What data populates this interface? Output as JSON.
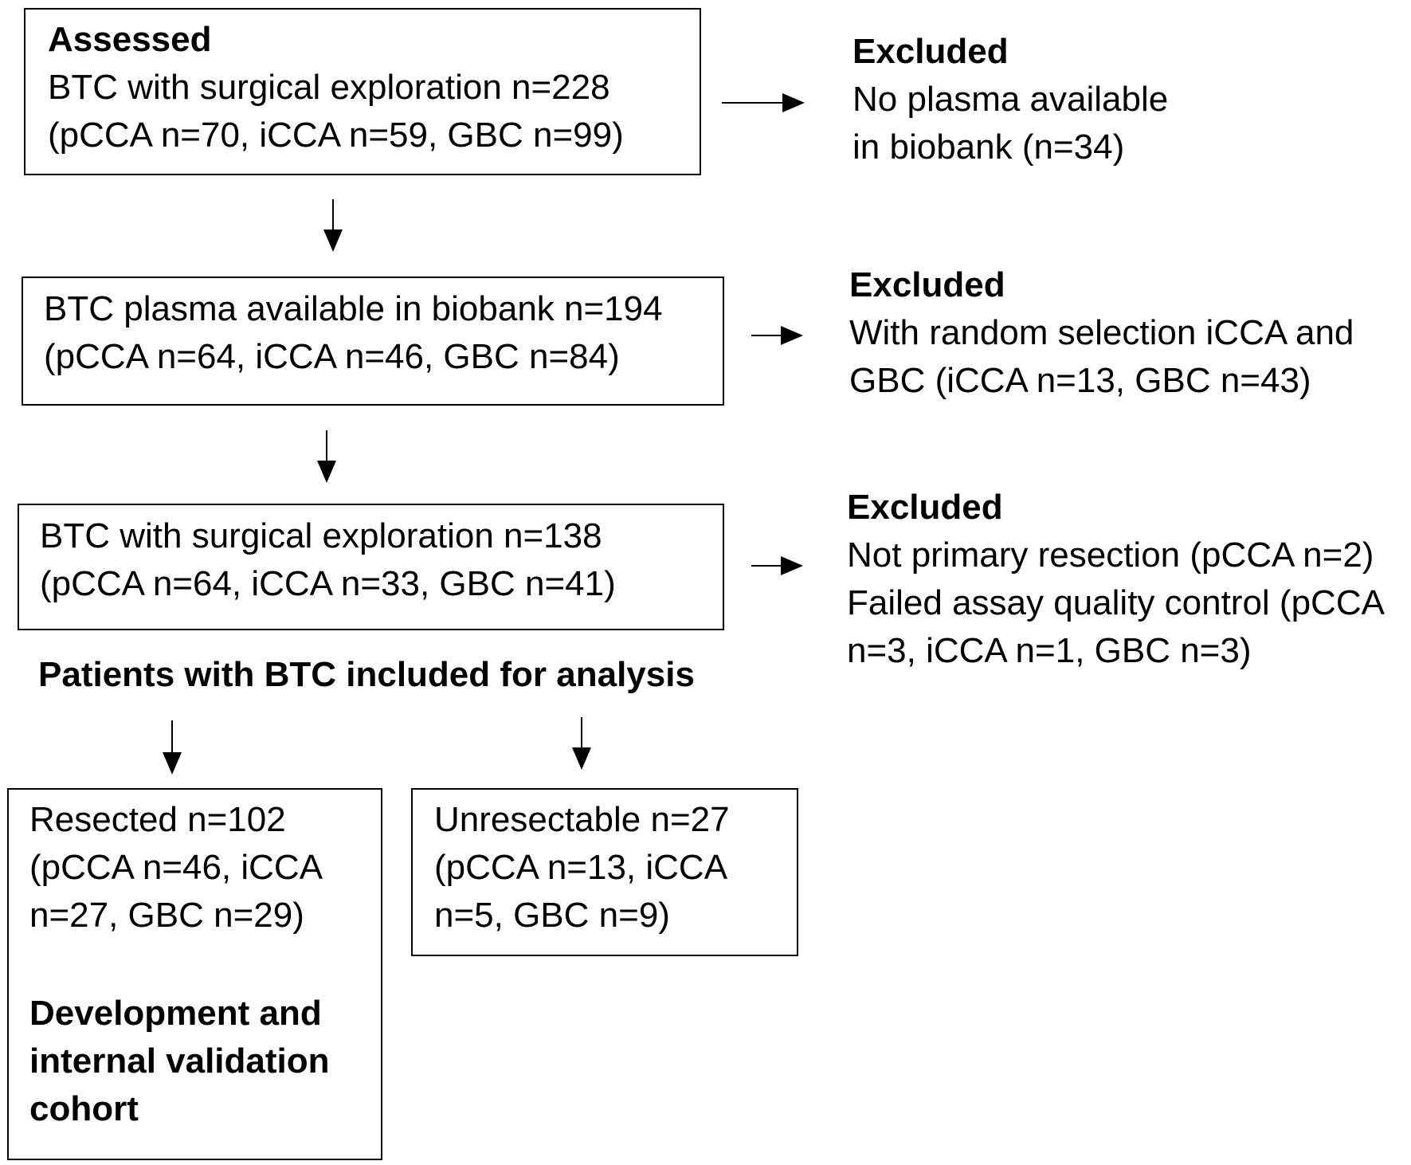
{
  "box1": {
    "heading": "Assessed",
    "line1": "BTC with surgical exploration n=228",
    "line2": "(pCCA n=70, iCCA n=59, GBC n=99)"
  },
  "excl1": {
    "heading": "Excluded",
    "line1": "No plasma available",
    "line2": "in biobank (n=34)"
  },
  "box2": {
    "line1": "BTC plasma available in biobank n=194",
    "line2": "(pCCA n=64, iCCA n=46, GBC n=84)"
  },
  "excl2": {
    "heading": "Excluded",
    "line1": "With random selection iCCA and",
    "line2": "GBC (iCCA n=13, GBC n=43)"
  },
  "box3": {
    "line1": "BTC with surgical exploration n=138",
    "line2": "(pCCA n=64, iCCA n=33, GBC n=41)"
  },
  "excl3": {
    "heading": "Excluded",
    "line1": "Not primary resection (pCCA n=2)",
    "line2": "Failed assay quality control (pCCA",
    "line3": "n=3, iCCA n=1, GBC n=3)"
  },
  "included_heading": "Patients with BTC included for analysis",
  "box_resected": {
    "line1": "Resected n=102",
    "line2": "(pCCA n=46, iCCA",
    "line3": "n=27, GBC n=29)",
    "cohort1": "Development and",
    "cohort2": "internal validation",
    "cohort3": "cohort"
  },
  "box_unresectable": {
    "line1": "Unresectable n=27",
    "line2": "(pCCA n=13, iCCA",
    "line3": "n=5, GBC n=9)"
  }
}
